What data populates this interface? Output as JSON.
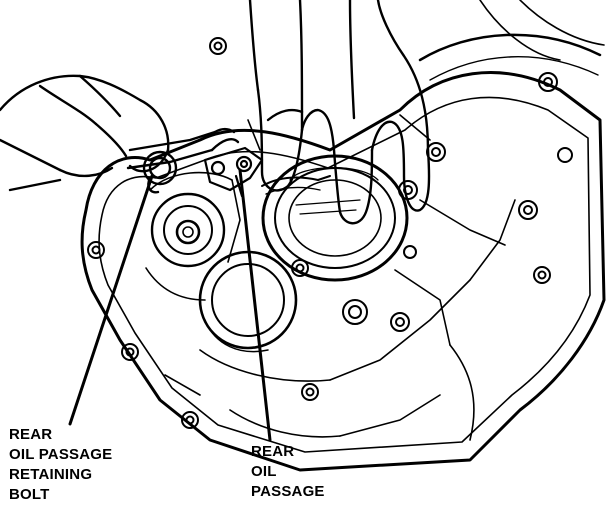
{
  "figure": {
    "colors": {
      "ink": "#000000",
      "paper": "#ffffff"
    },
    "callouts": [
      {
        "id": "bolt",
        "lines": [
          "REAR",
          "OIL PASSAGE",
          "RETAINING",
          "BOLT"
        ]
      },
      {
        "id": "passage",
        "lines": [
          "REAR",
          "OIL",
          "PASSAGE"
        ]
      }
    ]
  }
}
